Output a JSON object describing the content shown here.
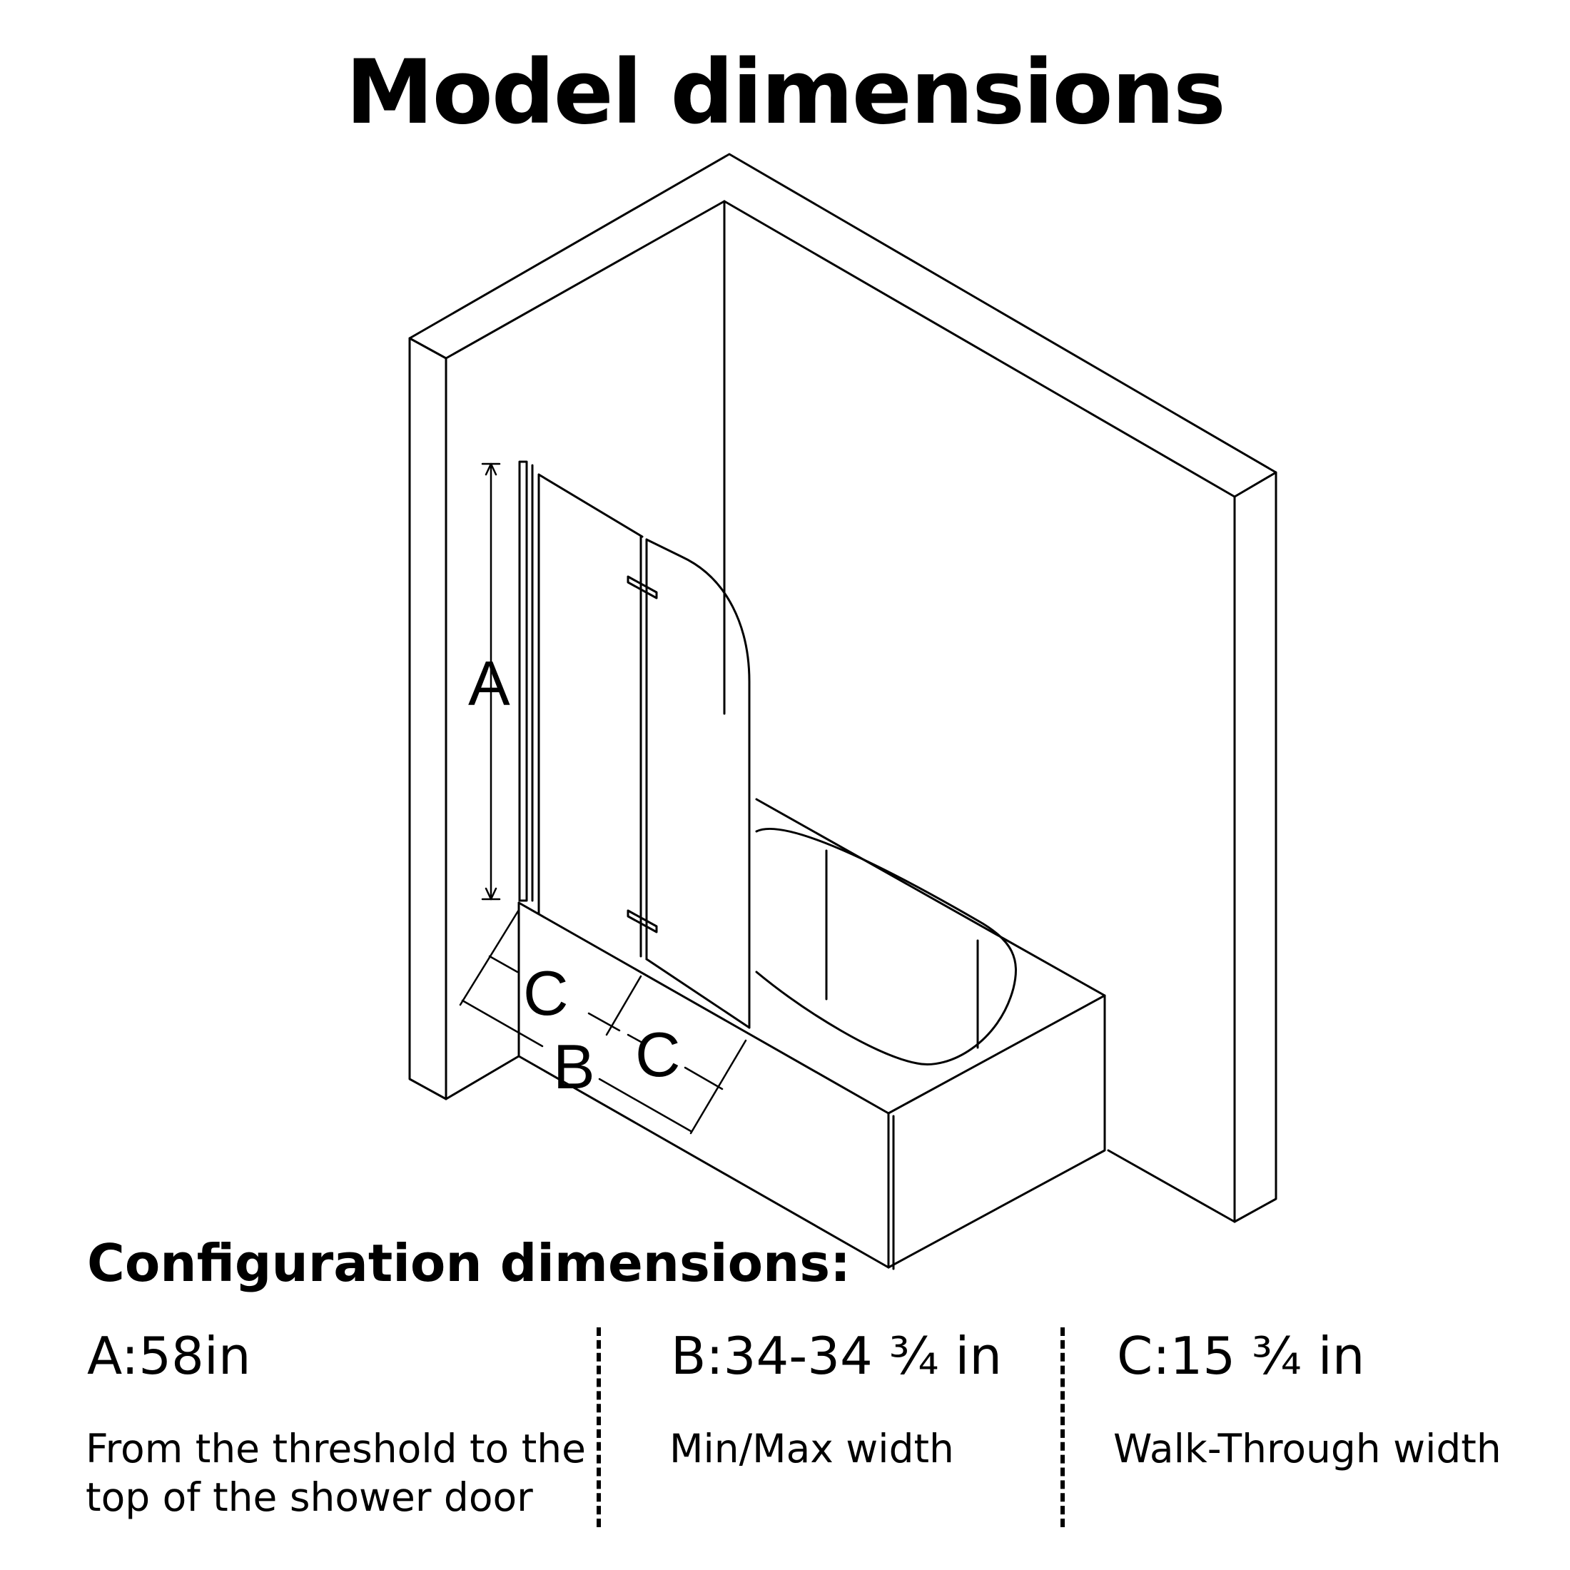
{
  "title": "Model dimensions",
  "diagram_labels": {
    "a": "A",
    "b": "B",
    "c1": "C",
    "c2": "C"
  },
  "config": {
    "heading": "Configuration dimensions:",
    "items": [
      {
        "value": "A:58in",
        "desc_line1": "From the threshold to the",
        "desc_line2": "top of the shower door"
      },
      {
        "value": "B:34-34 ¾ in",
        "desc_line1": "Min/Max width",
        "desc_line2": ""
      },
      {
        "value": "C:15 ¾ in",
        "desc_line1": "Walk-Through width",
        "desc_line2": ""
      }
    ]
  }
}
